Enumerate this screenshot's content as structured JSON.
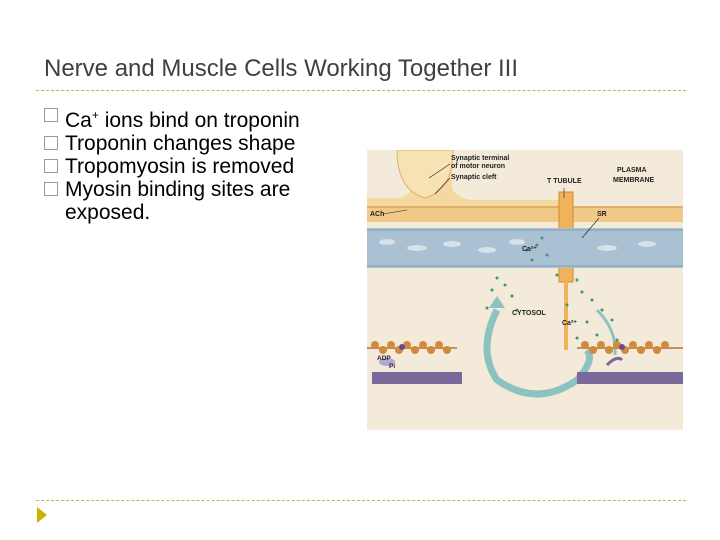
{
  "slide": {
    "title": "Nerve and Muscle Cells Working Together III"
  },
  "bullets": [
    {
      "prefix": "Ca",
      "sup": "+",
      "suffix": " ions bind on troponin"
    },
    {
      "text": "Troponin changes shape"
    },
    {
      "text": "Tropomyosin is removed"
    },
    {
      "text": "Myosin binding sites are exposed."
    }
  ],
  "figure": {
    "labels": {
      "synaptic_terminal": "Synaptic terminal",
      "of_motor_neuron": "of motor neuron",
      "synaptic_cleft": "Synaptic cleft",
      "t_tubule": "T TUBULE",
      "plasma": "PLASMA",
      "membrane": "MEMBRANE",
      "ach": "ACh",
      "sr": "SR",
      "ca2_upper": "Ca²⁺",
      "cytosol": "CYTOSOL",
      "ca2_lower": "Ca²⁺",
      "adp": "ADP",
      "pi": "Pi"
    },
    "colors": {
      "background": "#f3ead9",
      "neuron": "#f5d8a0",
      "membrane": "#e8b870",
      "sr": "#a8c0d2",
      "ca_dots": "#3a9a6a",
      "arrow": "#8cc3c0",
      "actin": "#d08a3c",
      "myosin": "#7a6a9c"
    }
  },
  "nav": {
    "next_icon": "next-triangle-icon"
  }
}
